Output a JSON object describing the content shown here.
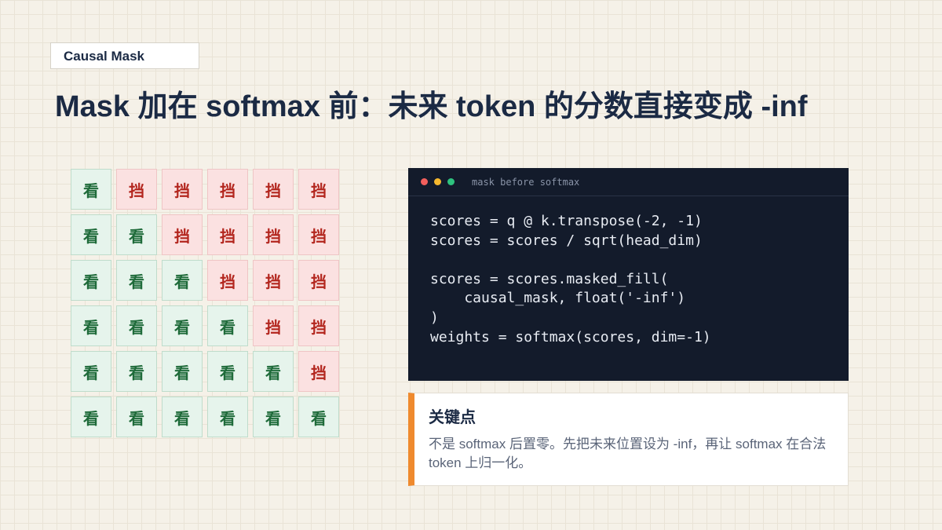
{
  "tag": "Causal Mask",
  "title": "Mask 加在 softmax 前：未来 token 的分数直接变成 -inf",
  "mask_grid": {
    "see_label": "看",
    "block_label": "挡",
    "rows": [
      [
        "看",
        "挡",
        "挡",
        "挡",
        "挡",
        "挡"
      ],
      [
        "看",
        "看",
        "挡",
        "挡",
        "挡",
        "挡"
      ],
      [
        "看",
        "看",
        "看",
        "挡",
        "挡",
        "挡"
      ],
      [
        "看",
        "看",
        "看",
        "看",
        "挡",
        "挡"
      ],
      [
        "看",
        "看",
        "看",
        "看",
        "看",
        "挡"
      ],
      [
        "看",
        "看",
        "看",
        "看",
        "看",
        "看"
      ]
    ]
  },
  "code": {
    "filename": "mask before softmax",
    "dots": [
      "#f25f5c",
      "#f5b82e",
      "#2ec27e"
    ],
    "lines": [
      "scores = q @ k.transpose(-2, -1)",
      "scores = scores / sqrt(head_dim)",
      "",
      "scores = scores.masked_fill(",
      "    causal_mask, float('-inf')",
      ")",
      "weights = softmax(scores, dim=-1)"
    ]
  },
  "note": {
    "title": "关键点",
    "body": "不是 softmax 后置零。先把未来位置设为 -inf，再让 softmax 在合法 token 上归一化。",
    "accent": "#ef8a2e"
  },
  "colors": {
    "see_bg": "#e6f4ec",
    "see_text": "#1f6b3a",
    "block_bg": "#fbe1e1",
    "block_text": "#b3261e",
    "code_bg": "#131b2b",
    "title": "#1b2a44"
  }
}
